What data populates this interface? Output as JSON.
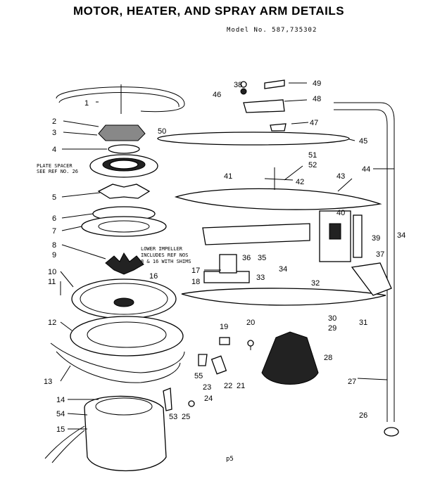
{
  "header": {
    "title": "MOTOR, HEATER, AND SPRAY ARM DETAILS",
    "model": "Model No. 587,735302"
  },
  "footer": {
    "page": "p5"
  },
  "notes": {
    "plate_spacer": [
      "PLATE SPACER",
      "SEE REF NO. 26"
    ],
    "impeller": [
      "LOWER IMPELLER",
      "INCLUDES REF NOS",
      "8 & 16 WITH SHIMS"
    ]
  },
  "callouts": [
    "1",
    "2",
    "3",
    "4",
    "5",
    "6",
    "7",
    "8",
    "9",
    "10",
    "11",
    "12",
    "13",
    "14",
    "15",
    "16",
    "17",
    "18",
    "19",
    "20",
    "21",
    "22",
    "23",
    "24",
    "25",
    "26",
    "27",
    "28",
    "29",
    "30",
    "31",
    "32",
    "33",
    "34",
    "35",
    "36",
    "37",
    "38",
    "39",
    "40",
    "41",
    "42",
    "43",
    "44",
    "45",
    "46",
    "47",
    "48",
    "49",
    "50",
    "51",
    "52",
    "53",
    "54",
    "55"
  ]
}
